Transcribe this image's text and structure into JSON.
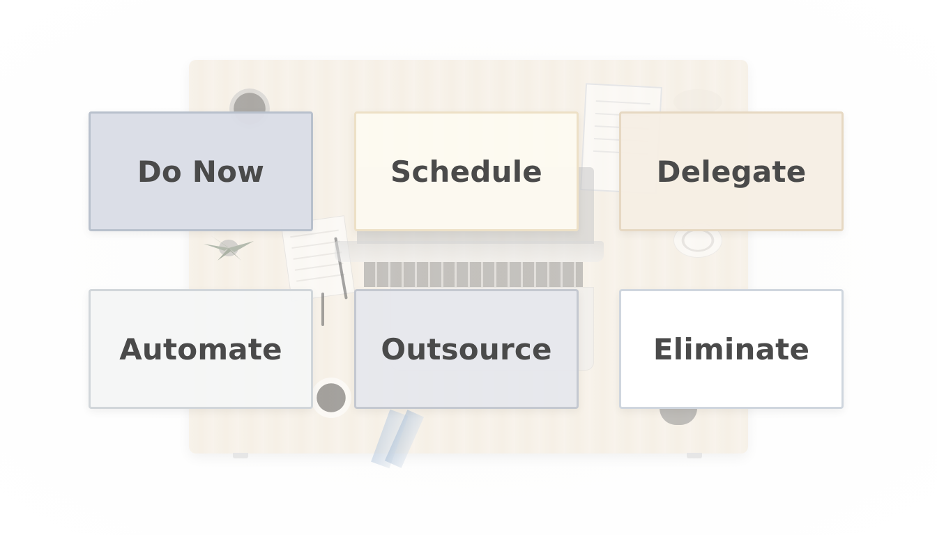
{
  "categories": {
    "do_now": "Do Now",
    "schedule": "Schedule",
    "delegate": "Delegate",
    "automate": "Automate",
    "outsource": "Outsource",
    "eliminate": "Eliminate"
  },
  "colors": {
    "do_now_bg": "#dadde6",
    "schedule_bg": "#fdfaf0",
    "delegate_bg": "#f6eee4",
    "automate_bg": "#f5f6f6",
    "outsource_bg": "#e6e7ec",
    "eliminate_bg": "#ffffff",
    "label_text": "#4a4a4a"
  }
}
